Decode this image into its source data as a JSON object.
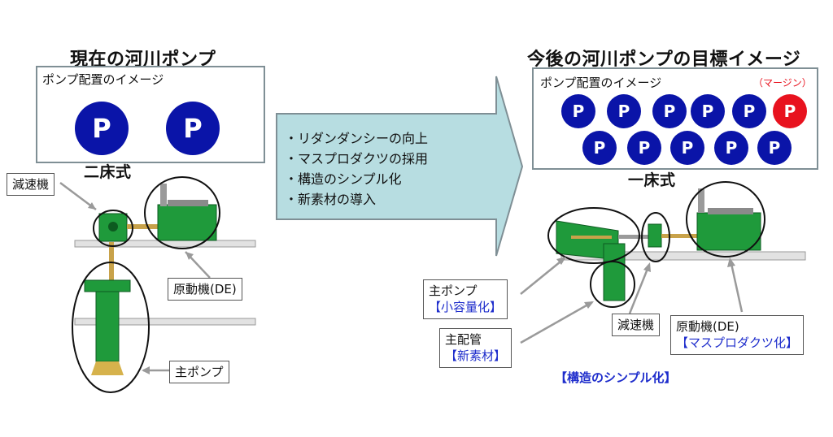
{
  "left": {
    "title": "現在の河川ポンプ",
    "panel_label": "ポンプ配置のイメージ",
    "pumps": [
      "P",
      "P"
    ],
    "type_label": "二床式",
    "callouts": {
      "reducer": "減速機",
      "engine": "原動機(DE)",
      "main_pump": "主ポンプ"
    }
  },
  "center": {
    "items": [
      "・リダンダンシーの向上",
      "・マスプロダクツの採用",
      "・構造のシンプル化",
      "・新素材の導入"
    ]
  },
  "right": {
    "title": "今後の河川ポンプの目標イメージ",
    "panel_label": "ポンプ配置のイメージ",
    "margin_label": "（マージン）",
    "pumps_row1": [
      "P",
      "P",
      "P",
      "P",
      "P"
    ],
    "pump_margin": "P",
    "pumps_row2": [
      "P",
      "P",
      "P",
      "P",
      "P"
    ],
    "type_label": "一床式",
    "callouts": {
      "main_pump": "主ポンプ",
      "main_pump_note": "【小容量化】",
      "main_pipe": "主配管",
      "main_pipe_note": "【新素材】",
      "reducer": "減速機",
      "engine": "原動機(DE)",
      "engine_note": "【マスプロダクツ化】"
    },
    "footer": "【構造のシンプル化】"
  },
  "colors": {
    "pump_blue": "#0a14a8",
    "margin_red": "#e8121e",
    "arrow_fill": "#b7dde1",
    "machine_green": "#1f9a3b",
    "note_blue": "#1e2dcc"
  }
}
